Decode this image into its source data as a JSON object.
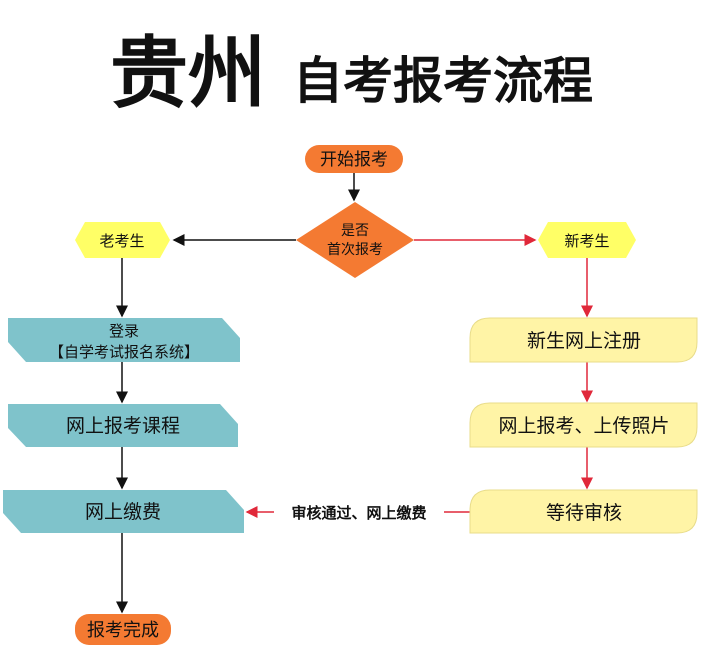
{
  "title": {
    "part1": "贵州",
    "part2": "自考报考流程"
  },
  "colors": {
    "orange": "#f47a32",
    "teal": "#7fc3cb",
    "hexYellow": "#ffff66",
    "paleYellow": "#fff4a6",
    "red": "#e0283a",
    "black": "#111111"
  },
  "nodes": {
    "start": "开始报考",
    "decision_line1": "是否",
    "decision_line2": "首次报考",
    "old": "老考生",
    "new": "新考生",
    "login_line1": "登录",
    "login_line2": "【自学考试报名系统】",
    "courses": "网上报考课程",
    "pay": "网上缴费",
    "done": "报考完成",
    "register": "新生网上注册",
    "upload": "网上报考、上传照片",
    "review": "等待审核"
  },
  "edge_label": "审核通过、网上缴费"
}
